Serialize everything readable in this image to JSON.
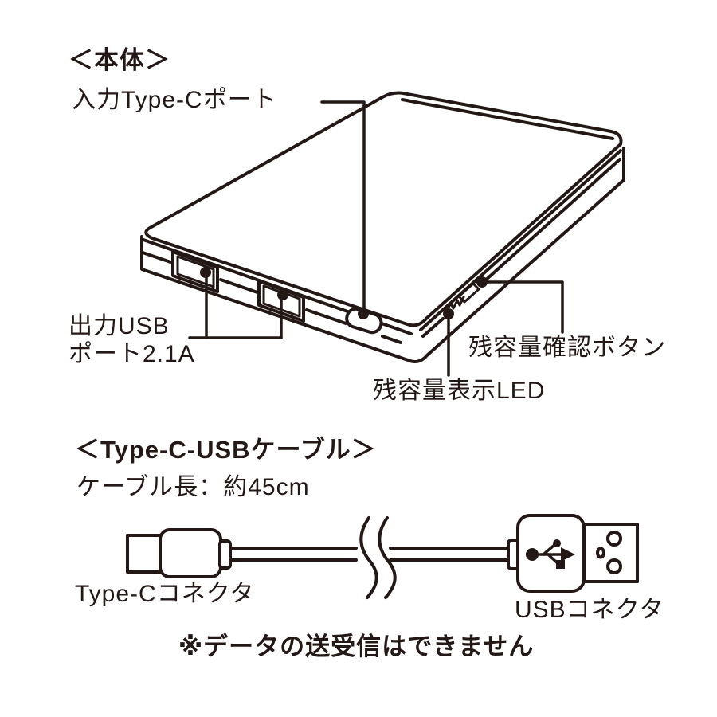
{
  "colors": {
    "line": "#231815",
    "background": "#ffffff"
  },
  "main_unit": {
    "title": "＜本体＞",
    "labels": {
      "input_port": "入力Type-Cポート",
      "output_port_line1": "出力USB",
      "output_port_line2": "ポート2.1A",
      "check_button": "残容量確認ボタン",
      "led": "残容量表示LED"
    }
  },
  "cable": {
    "title": "＜Type-C-USBケーブル＞",
    "length": "ケーブル長：約45cm",
    "labels": {
      "type_c_connector": "Type-Cコネクタ",
      "usb_connector": "USBコネクタ"
    },
    "note": "※データの送受信はできません"
  },
  "icons": {
    "usb_trident": "usb-trident-icon"
  }
}
